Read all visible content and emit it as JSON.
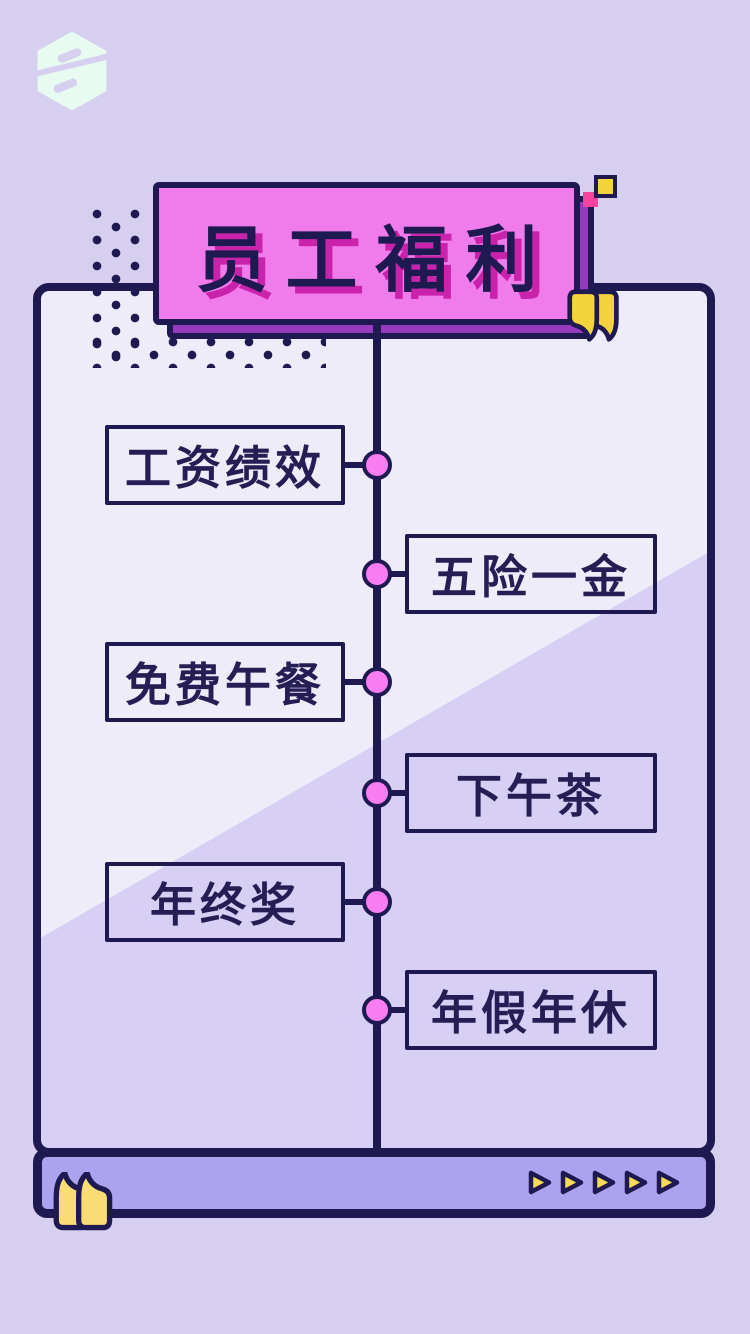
{
  "title": {
    "text": "员工福利"
  },
  "timeline": {
    "items": [
      {
        "label": "工资绩效",
        "side": "left"
      },
      {
        "label": "五险一金",
        "side": "right"
      },
      {
        "label": "免费午餐",
        "side": "left"
      },
      {
        "label": "下午茶",
        "side": "right"
      },
      {
        "label": "年终奖",
        "side": "left"
      },
      {
        "label": "年假年休",
        "side": "right"
      }
    ]
  },
  "footer": {
    "arrow_icon": "triangle-right",
    "arrow_count": 5
  },
  "icons": {
    "logo": "hexagon-chain-links-icon",
    "title_quote": "double-quote-close-icon",
    "footer_quote": "double-quote-open-icon"
  },
  "colors": {
    "navy": "#1E1950",
    "pink-box": "#F07BEA",
    "magenta": "#C922AB",
    "purple-shadow": "#9539BF",
    "yellow": "#F5D33D",
    "yellow-soft": "#FADC75",
    "hot-pink": "#F5439E",
    "dot-pink": "#F97DF1",
    "bar-purple": "#ACA3EE",
    "page-bg": "#D7CFF0",
    "card-light": "#EFECFA",
    "card-shade": "#D7D0F4",
    "text-navy": "#241E55",
    "logo-mint": "#E7FBF1"
  }
}
